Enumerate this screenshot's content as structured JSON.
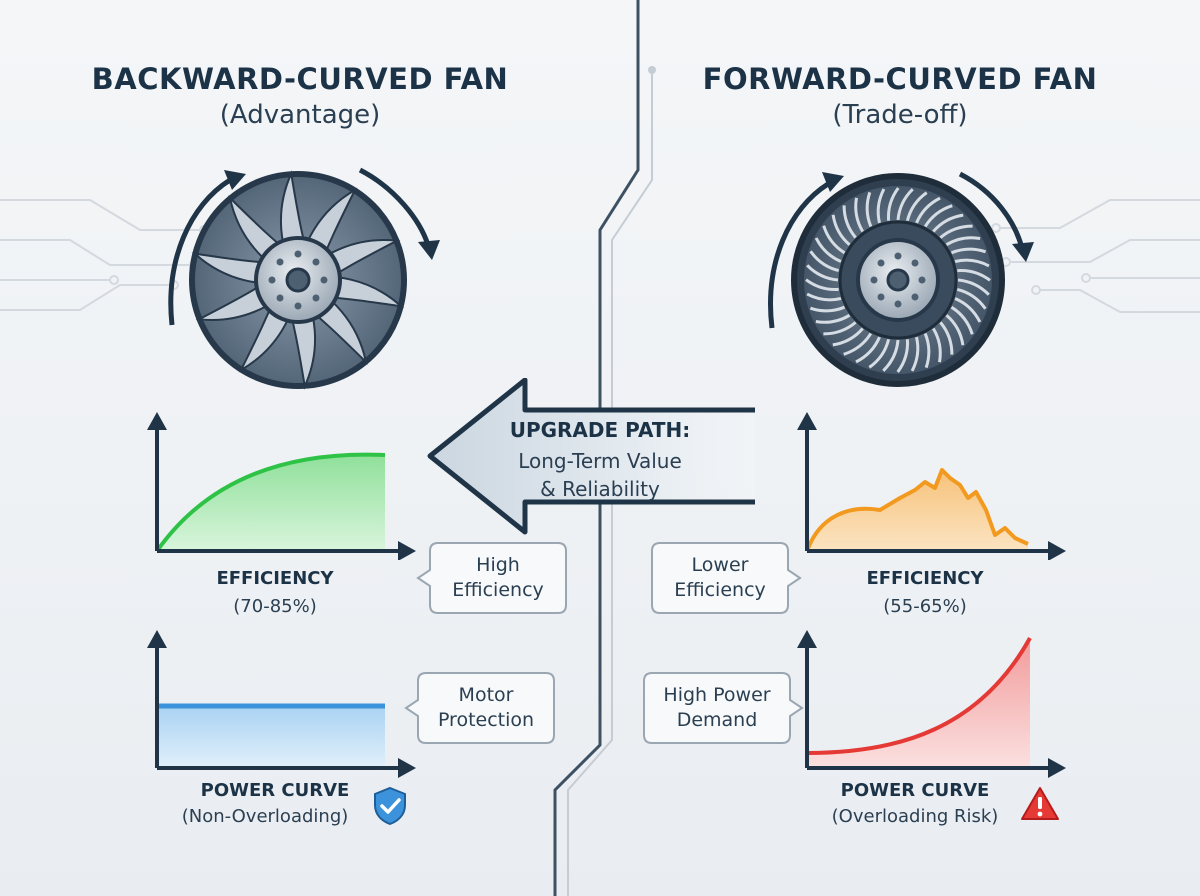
{
  "left": {
    "title": "BACKWARD-CURVED FAN",
    "subtitle": "(Advantage)",
    "efficiency_label": "EFFICIENCY",
    "efficiency_range": "(70-85%)",
    "efficiency_callout": [
      "High",
      "Efficiency"
    ],
    "power_label": "POWER CURVE",
    "power_sub": "(Non-Overloading)",
    "power_callout": [
      "Motor",
      "Protection"
    ],
    "badge_icon": "shield-check-icon"
  },
  "right": {
    "title": "FORWARD-CURVED FAN",
    "subtitle": "(Trade-off)",
    "efficiency_label": "EFFICIENCY",
    "efficiency_range": "(55-65%)",
    "efficiency_callout": [
      "Lower",
      "Efficiency"
    ],
    "power_label": "POWER CURVE",
    "power_sub": "(Overloading Risk)",
    "power_callout": [
      "High Power",
      "Demand"
    ],
    "badge_icon": "warning-triangle-icon"
  },
  "upgrade": {
    "title": "UPGRADE PATH:",
    "line1": "Long-Term Value",
    "line2": "& Reliability"
  },
  "colors": {
    "navy": "#1c3347",
    "green": "#2ec246",
    "orange": "#f29a1f",
    "blue": "#3c93db",
    "red": "#e53935"
  }
}
